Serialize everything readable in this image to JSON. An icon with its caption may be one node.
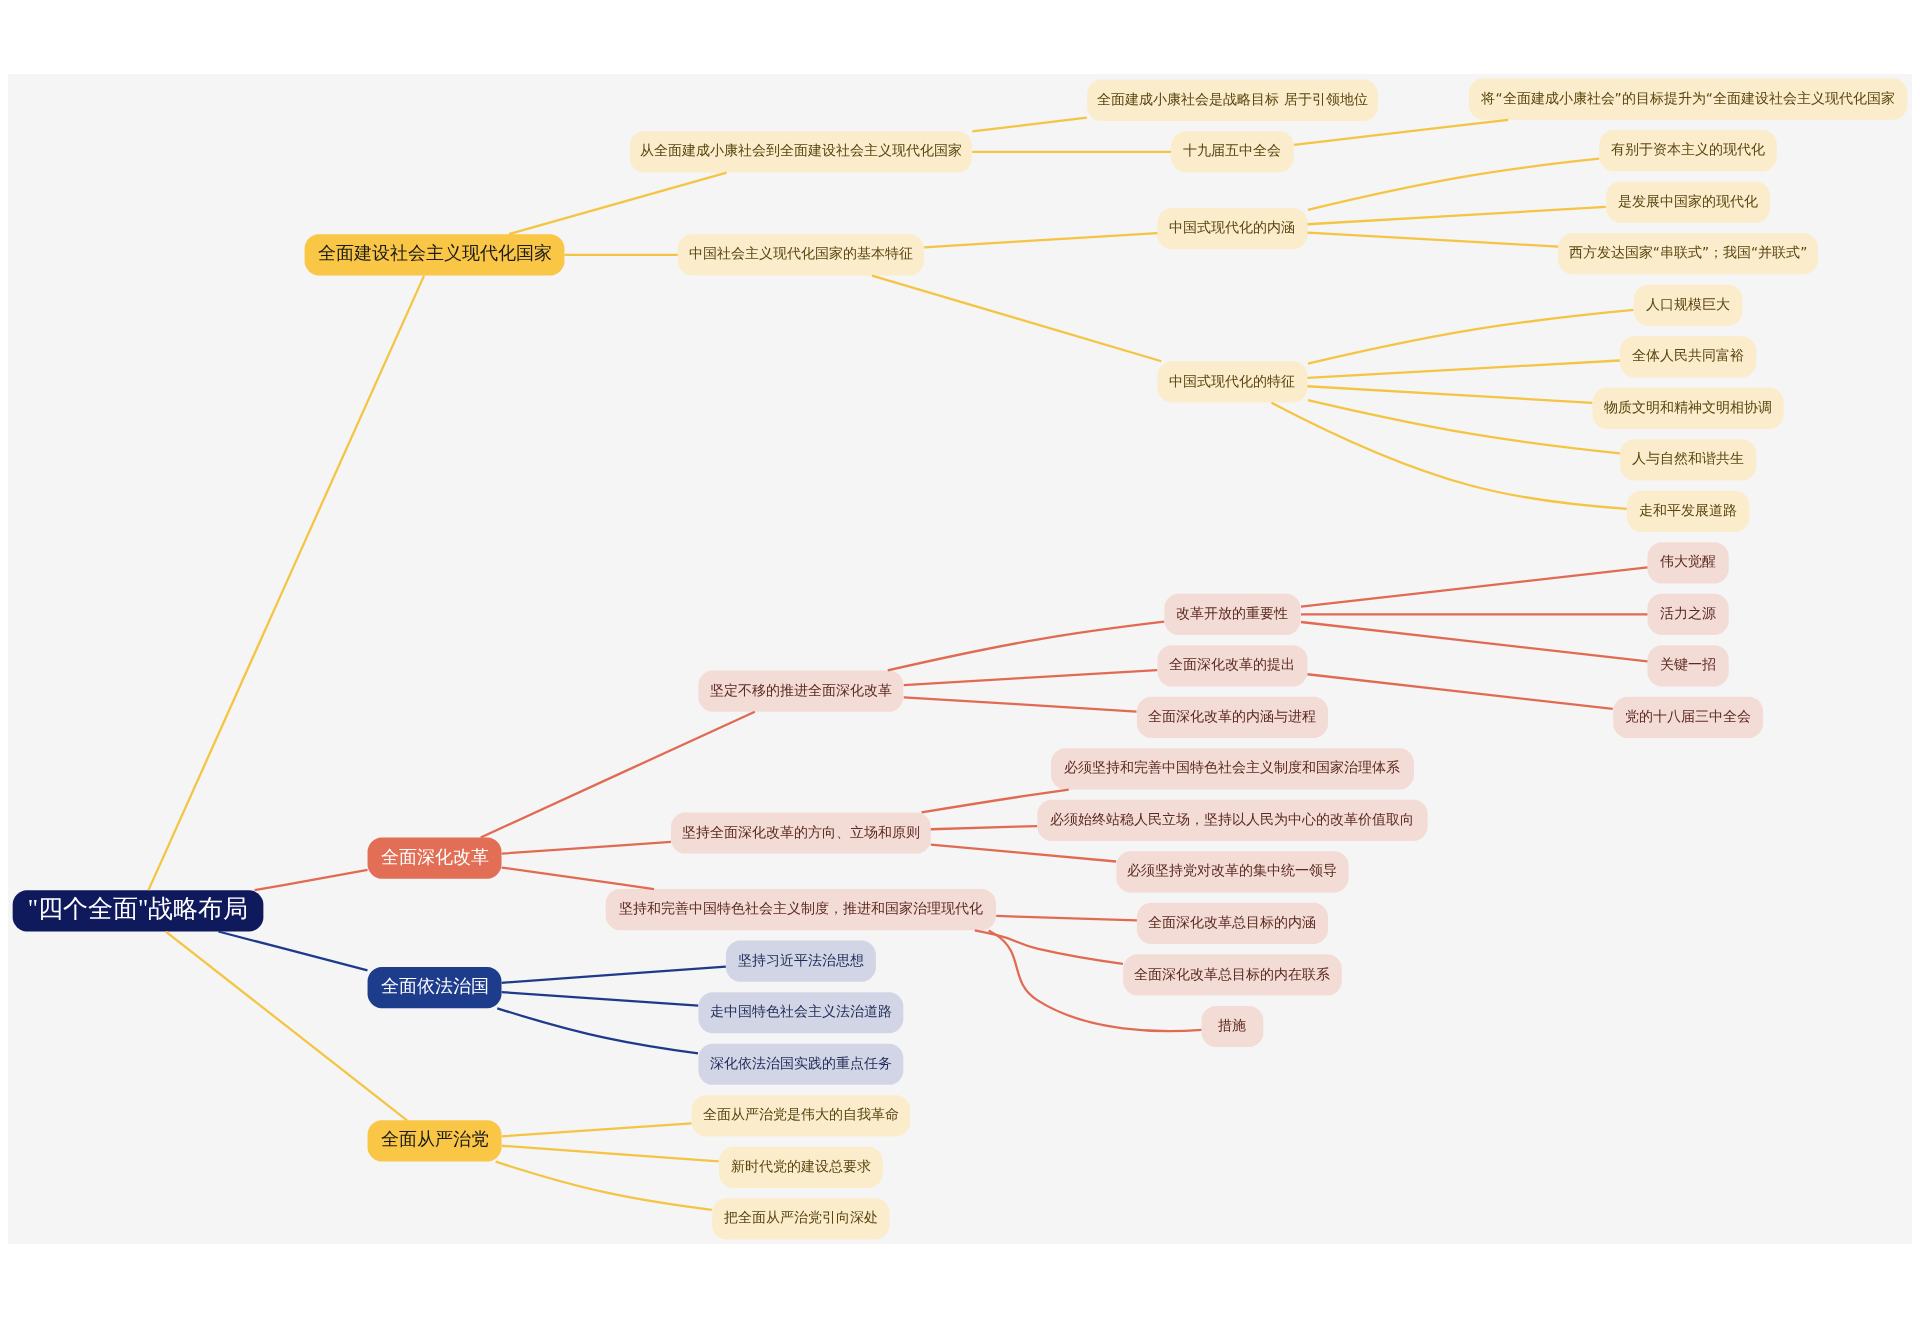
{
  "diagram": {
    "nodes": [
      {
        "text": [
          "\"四个全面\"战略布局"
        ]
      },
      {
        "text": [
          "全面建设社会主义现代化国家"
        ]
      },
      {
        "text": [
          "从全面建成小康社会到全面建设社会主义现代化国家"
        ]
      },
      {
        "text": [
          "全面建成小康社会是战略目标 居于引领地位"
        ]
      },
      {
        "text": [
          "十九届五中全会"
        ]
      },
      {
        "text": [
          "将“全面建成小康社会”的目标提升为“全面建设社会主义现代化国家"
        ]
      },
      {
        "text": [
          "中国社会主义现代化国家的基本特征"
        ]
      },
      {
        "text": [
          "中国式现代化的内涵"
        ]
      },
      {
        "text": [
          "有别于资本主义的现代化"
        ]
      },
      {
        "text": [
          "是发展中国家的现代化"
        ]
      },
      {
        "text": [
          "西方发达国家“串联式”；我国“并联式”"
        ]
      },
      {
        "text": [
          "中国式现代化的特征"
        ]
      },
      {
        "text": [
          "人口规模巨大"
        ]
      },
      {
        "text": [
          "全体人民共同富裕"
        ]
      },
      {
        "text": [
          "物质文明和精神文明相协调"
        ]
      },
      {
        "text": [
          "人与自然和谐共生"
        ]
      },
      {
        "text": [
          "走和平发展道路"
        ]
      },
      {
        "text": [
          "全面深化改革"
        ]
      },
      {
        "text": [
          "坚定不移的推进全面深化改革"
        ]
      },
      {
        "text": [
          "改革开放的重要性"
        ]
      },
      {
        "text": [
          "伟大觉醒"
        ]
      },
      {
        "text": [
          "活力之源"
        ]
      },
      {
        "text": [
          "关键一招"
        ]
      },
      {
        "text": [
          "全面深化改革的提出"
        ]
      },
      {
        "text": [
          "党的十八届三中全会"
        ]
      },
      {
        "text": [
          "全面深化改革的内涵与进程"
        ]
      },
      {
        "text": [
          "坚持全面深化改革的方向、立场和原则"
        ]
      },
      {
        "text": [
          "必须坚持和完善中国特色社会主义制度和国家治理体系"
        ]
      },
      {
        "text": [
          "必须始终站稳人民立场，坚持以人民为中心的改革价值取向"
        ]
      },
      {
        "text": [
          "必须坚持党对改革的集中统一领导"
        ]
      },
      {
        "text": [
          "坚持和完善中国特色社会主义制度，推进和国家治理现代化"
        ]
      },
      {
        "text": [
          "全面深化改革总目标的内涵"
        ]
      },
      {
        "text": [
          "全面深化改革总目标的内在联系"
        ]
      },
      {
        "text": [
          "措施"
        ]
      },
      {
        "text": [
          "全面依法治国"
        ]
      },
      {
        "text": [
          "坚持习近平法治思想"
        ]
      },
      {
        "text": [
          "走中国特色社会主义法治道路"
        ]
      },
      {
        "text": [
          "深化依法治国实践的重点任务"
        ]
      },
      {
        "text": [
          "全面从严治党"
        ]
      },
      {
        "text": [
          "全面从严治党是伟大的自我革命"
        ]
      },
      {
        "text": [
          "新时代党的建设总要求"
        ]
      },
      {
        "text": [
          "把全面从严治党引向深处"
        ]
      }
    ],
    "edges": [
      {
        "from": 0,
        "to": 1,
        "arrow": "none"
      },
      {
        "from": 1,
        "to": 2,
        "arrow": "none"
      },
      {
        "from": 2,
        "to": 3,
        "arrow": "none"
      },
      {
        "from": 2,
        "to": 4,
        "arrow": "none"
      },
      {
        "from": 4,
        "to": 5,
        "arrow": "none"
      },
      {
        "from": 1,
        "to": 6,
        "arrow": "none"
      },
      {
        "from": 6,
        "to": 7,
        "arrow": "none"
      },
      {
        "from": 7,
        "to": 8,
        "arrow": "none"
      },
      {
        "from": 7,
        "to": 9,
        "arrow": "none"
      },
      {
        "from": 7,
        "to": 10,
        "arrow": "none"
      },
      {
        "from": 6,
        "to": 11,
        "arrow": "none"
      },
      {
        "from": 11,
        "to": 12,
        "arrow": "none"
      },
      {
        "from": 11,
        "to": 13,
        "arrow": "none"
      },
      {
        "from": 11,
        "to": 14,
        "arrow": "none"
      },
      {
        "from": 11,
        "to": 15,
        "arrow": "none"
      },
      {
        "from": 11,
        "to": 16,
        "arrow": "none"
      },
      {
        "from": 0,
        "to": 17,
        "arrow": "none",
        "color": "#e06b52"
      },
      {
        "from": 17,
        "to": 18,
        "arrow": "none",
        "color": "#e06b52"
      },
      {
        "from": 18,
        "to": 19,
        "arrow": "none",
        "color": "#e06b52"
      },
      {
        "from": 19,
        "to": 20,
        "arrow": "none",
        "color": "#e06b52"
      },
      {
        "from": 19,
        "to": 21,
        "arrow": "none",
        "color": "#e06b52"
      },
      {
        "from": 19,
        "to": 22,
        "arrow": "none",
        "color": "#e06b52"
      },
      {
        "from": 18,
        "to": 23,
        "arrow": "none",
        "color": "#e06b52"
      },
      {
        "from": 23,
        "to": 24,
        "arrow": "none",
        "color": "#e06b52"
      },
      {
        "from": 18,
        "to": 25,
        "arrow": "none",
        "color": "#e06b52"
      },
      {
        "from": 17,
        "to": 26,
        "arrow": "none",
        "color": "#e06b52"
      },
      {
        "from": 26,
        "to": 27,
        "arrow": "none",
        "color": "#e06b52"
      },
      {
        "from": 26,
        "to": 28,
        "arrow": "none",
        "color": "#e06b52"
      },
      {
        "from": 26,
        "to": 29,
        "arrow": "none",
        "color": "#e06b52"
      },
      {
        "from": 17,
        "to": 30,
        "arrow": "none",
        "color": "#e06b52"
      },
      {
        "from": 30,
        "to": 31,
        "arrow": "none",
        "color": "#e06b52"
      },
      {
        "from": 30,
        "to": 32,
        "arrow": "none",
        "color": "#e06b52"
      },
      {
        "from": 30,
        "to": 33,
        "arrow": "none",
        "color": "#e06b52"
      },
      {
        "from": 0,
        "to": 34,
        "arrow": "none",
        "color": "#1e3a8a"
      },
      {
        "from": 34,
        "to": 35,
        "arrow": "none",
        "color": "#1e3a8a"
      },
      {
        "from": 34,
        "to": 36,
        "arrow": "none",
        "color": "#1e3a8a"
      },
      {
        "from": 34,
        "to": 37,
        "arrow": "none",
        "color": "#1e3a8a"
      },
      {
        "from": 0,
        "to": 38,
        "arrow": "none"
      },
      {
        "from": 38,
        "to": 39,
        "arrow": "none"
      },
      {
        "from": 38,
        "to": 40,
        "arrow": "none"
      },
      {
        "from": 38,
        "to": 41,
        "arrow": "none"
      }
    ]
  }
}
